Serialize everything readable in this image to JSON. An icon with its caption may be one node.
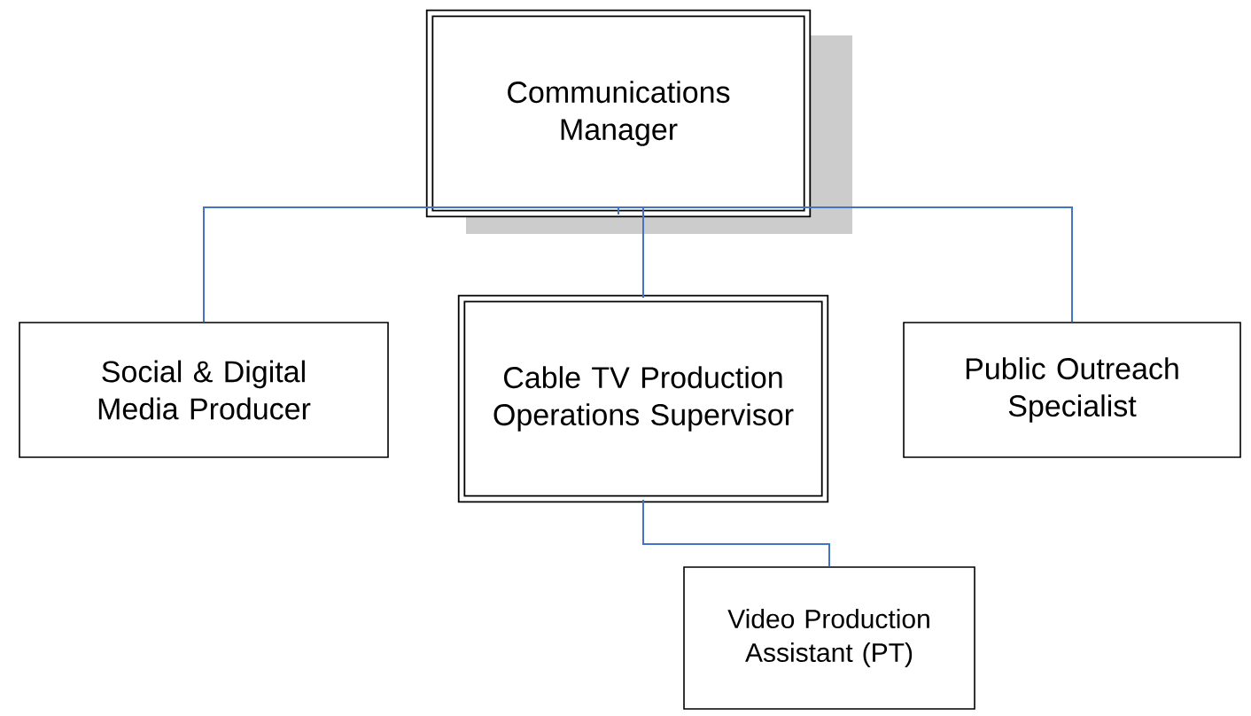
{
  "diagram": {
    "nodes": [
      {
        "text": [
          "Communications Manager"
        ]
      },
      {
        "text": [
          "Social & Digital Media Producer"
        ]
      },
      {
        "text": [
          "Cable TV Production Operations Supervisor"
        ]
      },
      {
        "text": [
          "Public Outreach Specialist"
        ]
      },
      {
        "text": [
          "Video Production Assistant (PT)"
        ]
      }
    ],
    "edges": [
      {
        "from": 0,
        "to": 1,
        "arrow": "none"
      },
      {
        "from": 0,
        "to": 2,
        "arrow": "none"
      },
      {
        "from": 0,
        "to": 3,
        "arrow": "none"
      },
      {
        "from": 2,
        "to": 4,
        "arrow": "none"
      }
    ]
  }
}
